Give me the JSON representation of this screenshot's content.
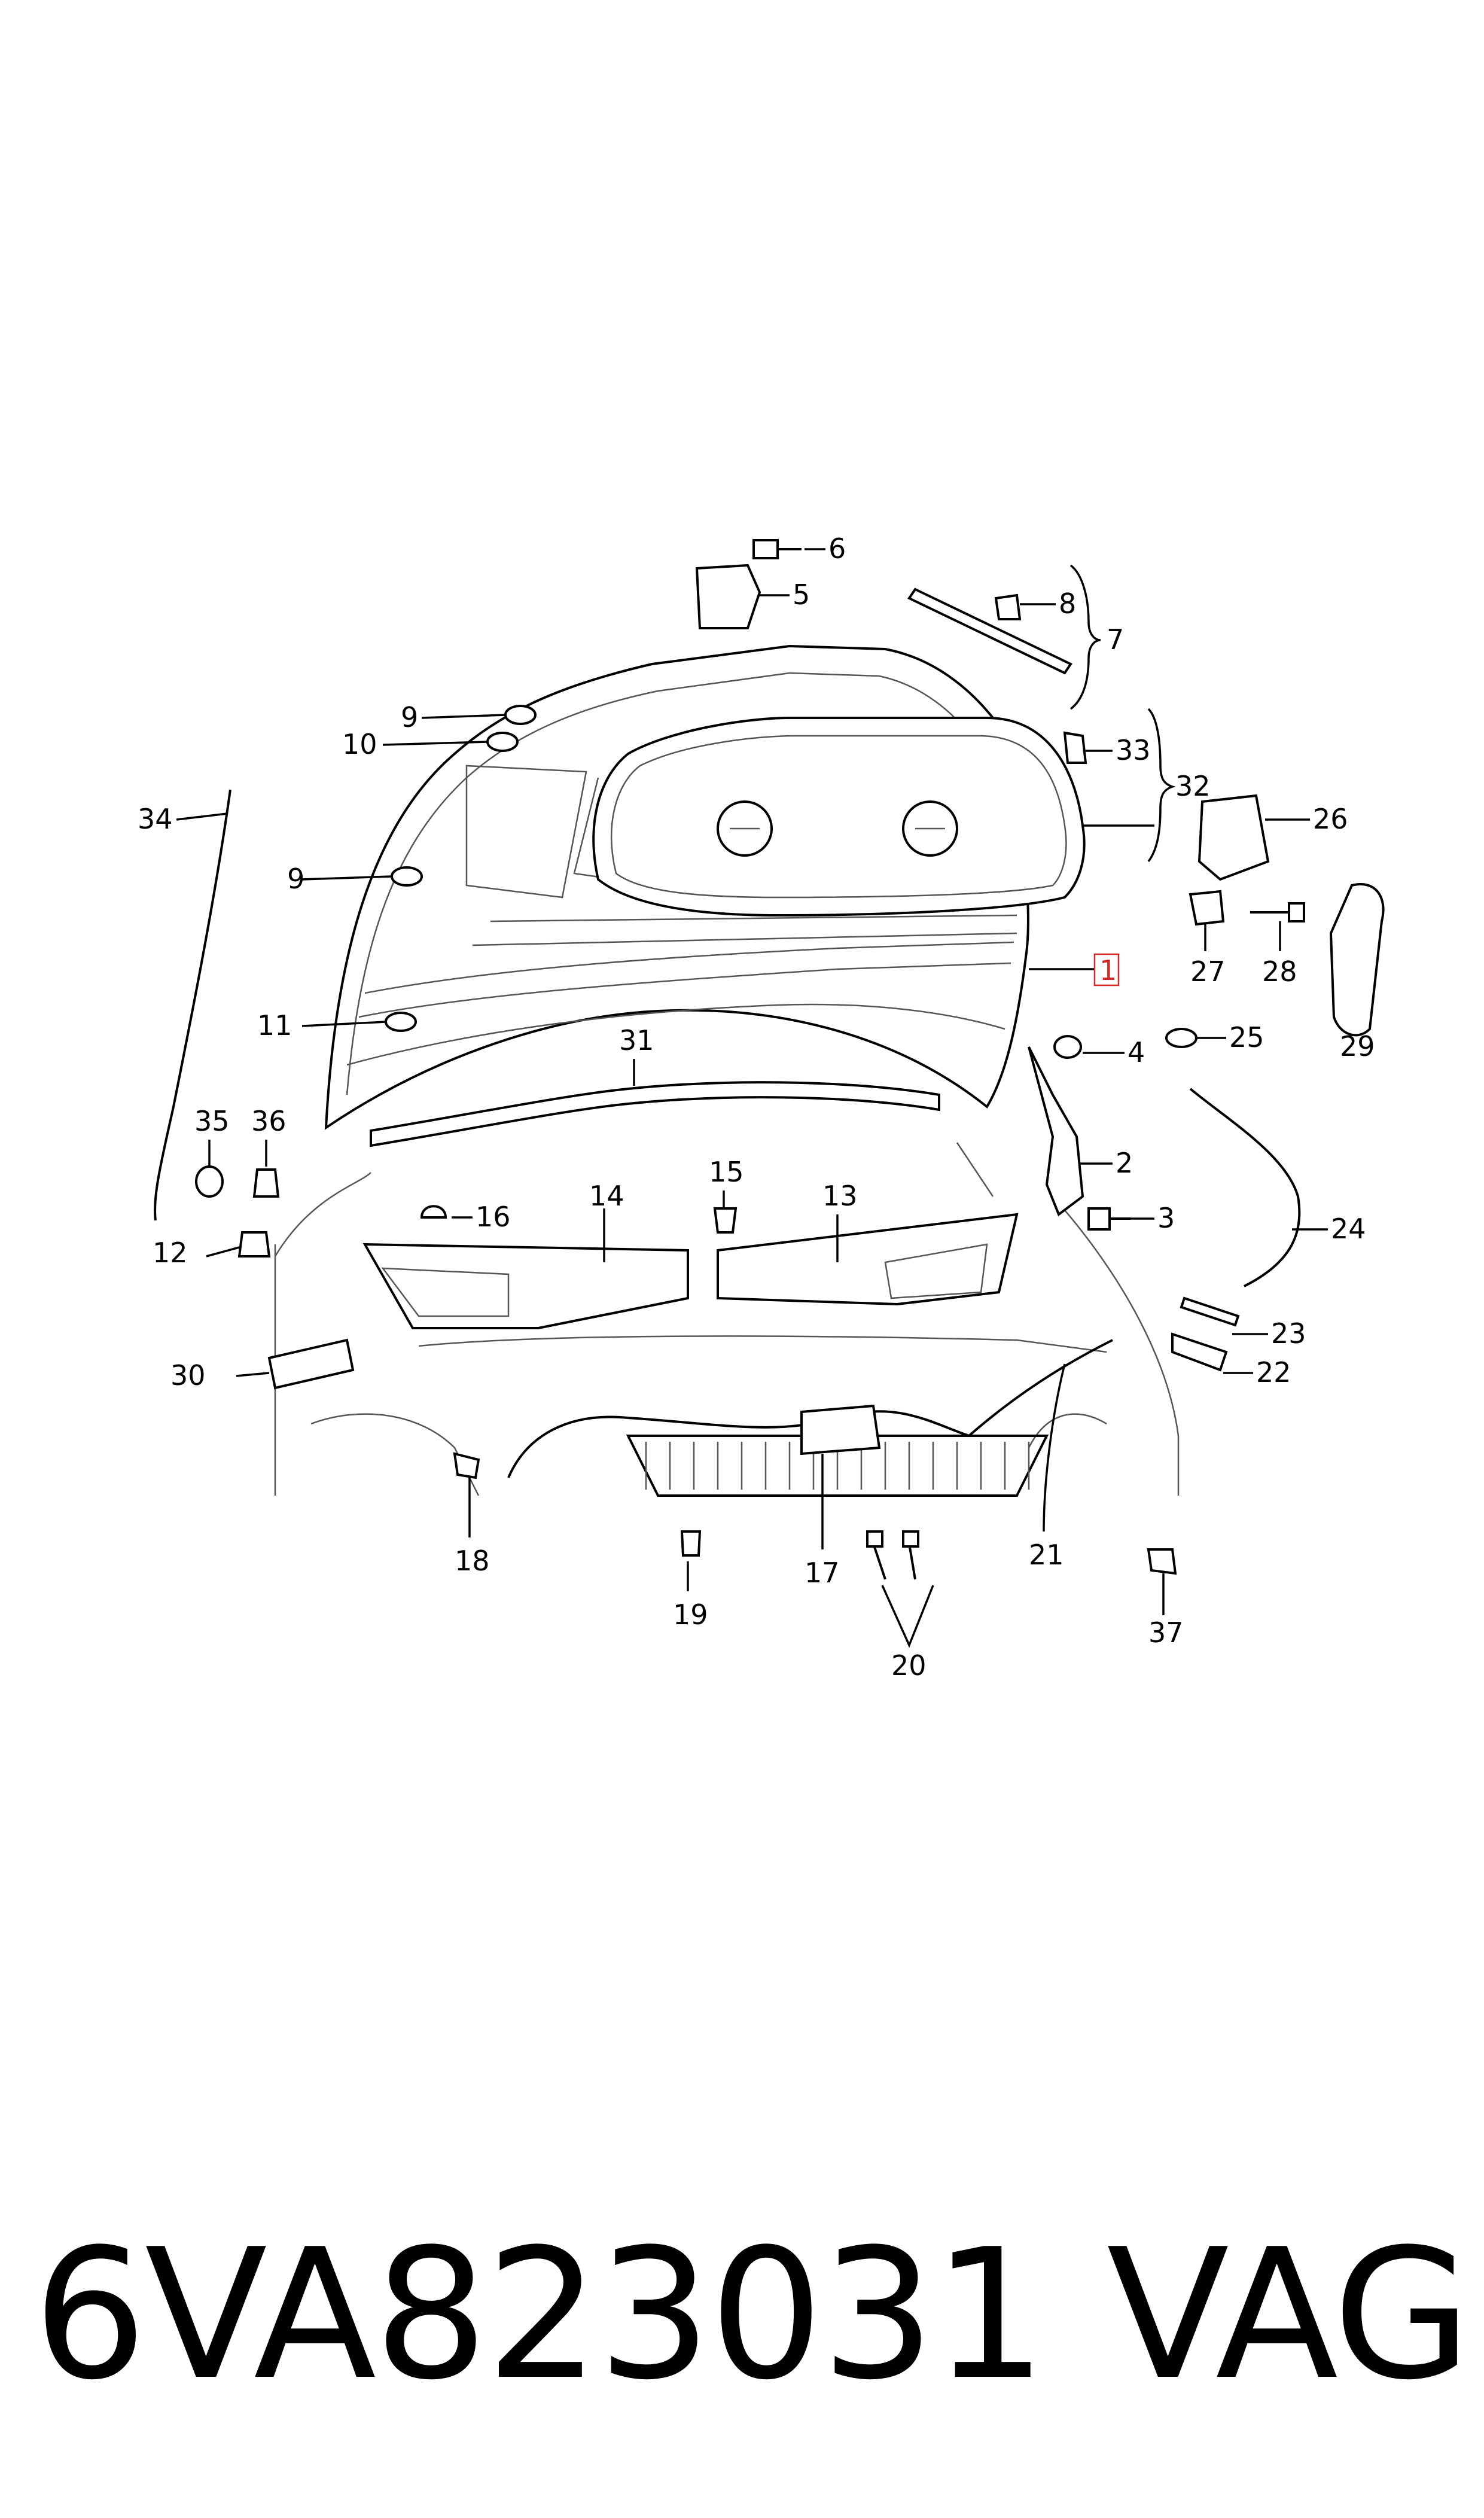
{
  "diagram": {
    "callouts": [
      {
        "id": "c1",
        "label": "1",
        "boxed": true
      },
      {
        "id": "c2",
        "label": "2"
      },
      {
        "id": "c3",
        "label": "3"
      },
      {
        "id": "c4",
        "label": "4"
      },
      {
        "id": "c5",
        "label": "5"
      },
      {
        "id": "c6",
        "label": "6"
      },
      {
        "id": "c7",
        "label": "7"
      },
      {
        "id": "c8",
        "label": "8"
      },
      {
        "id": "c9a",
        "label": "9"
      },
      {
        "id": "c9b",
        "label": "9"
      },
      {
        "id": "c10",
        "label": "10"
      },
      {
        "id": "c11",
        "label": "11"
      },
      {
        "id": "c12",
        "label": "12"
      },
      {
        "id": "c13",
        "label": "13"
      },
      {
        "id": "c14",
        "label": "14"
      },
      {
        "id": "c15",
        "label": "15"
      },
      {
        "id": "c16",
        "label": "16"
      },
      {
        "id": "c17",
        "label": "17"
      },
      {
        "id": "c18",
        "label": "18"
      },
      {
        "id": "c19",
        "label": "19"
      },
      {
        "id": "c20",
        "label": "20"
      },
      {
        "id": "c21",
        "label": "21"
      },
      {
        "id": "c22",
        "label": "22"
      },
      {
        "id": "c23",
        "label": "23"
      },
      {
        "id": "c24",
        "label": "24"
      },
      {
        "id": "c25",
        "label": "25"
      },
      {
        "id": "c26",
        "label": "26"
      },
      {
        "id": "c27",
        "label": "27"
      },
      {
        "id": "c28",
        "label": "28"
      },
      {
        "id": "c29",
        "label": "29"
      },
      {
        "id": "c30",
        "label": "30"
      },
      {
        "id": "c31",
        "label": "31"
      },
      {
        "id": "c32",
        "label": "32"
      },
      {
        "id": "c33",
        "label": "33"
      },
      {
        "id": "c34",
        "label": "34"
      },
      {
        "id": "c35",
        "label": "35"
      },
      {
        "id": "c36",
        "label": "36"
      },
      {
        "id": "c37",
        "label": "37"
      }
    ],
    "highlight_color": "#d12a2a"
  },
  "footer": {
    "part_number": "6VA823031",
    "brand": "VAG"
  }
}
